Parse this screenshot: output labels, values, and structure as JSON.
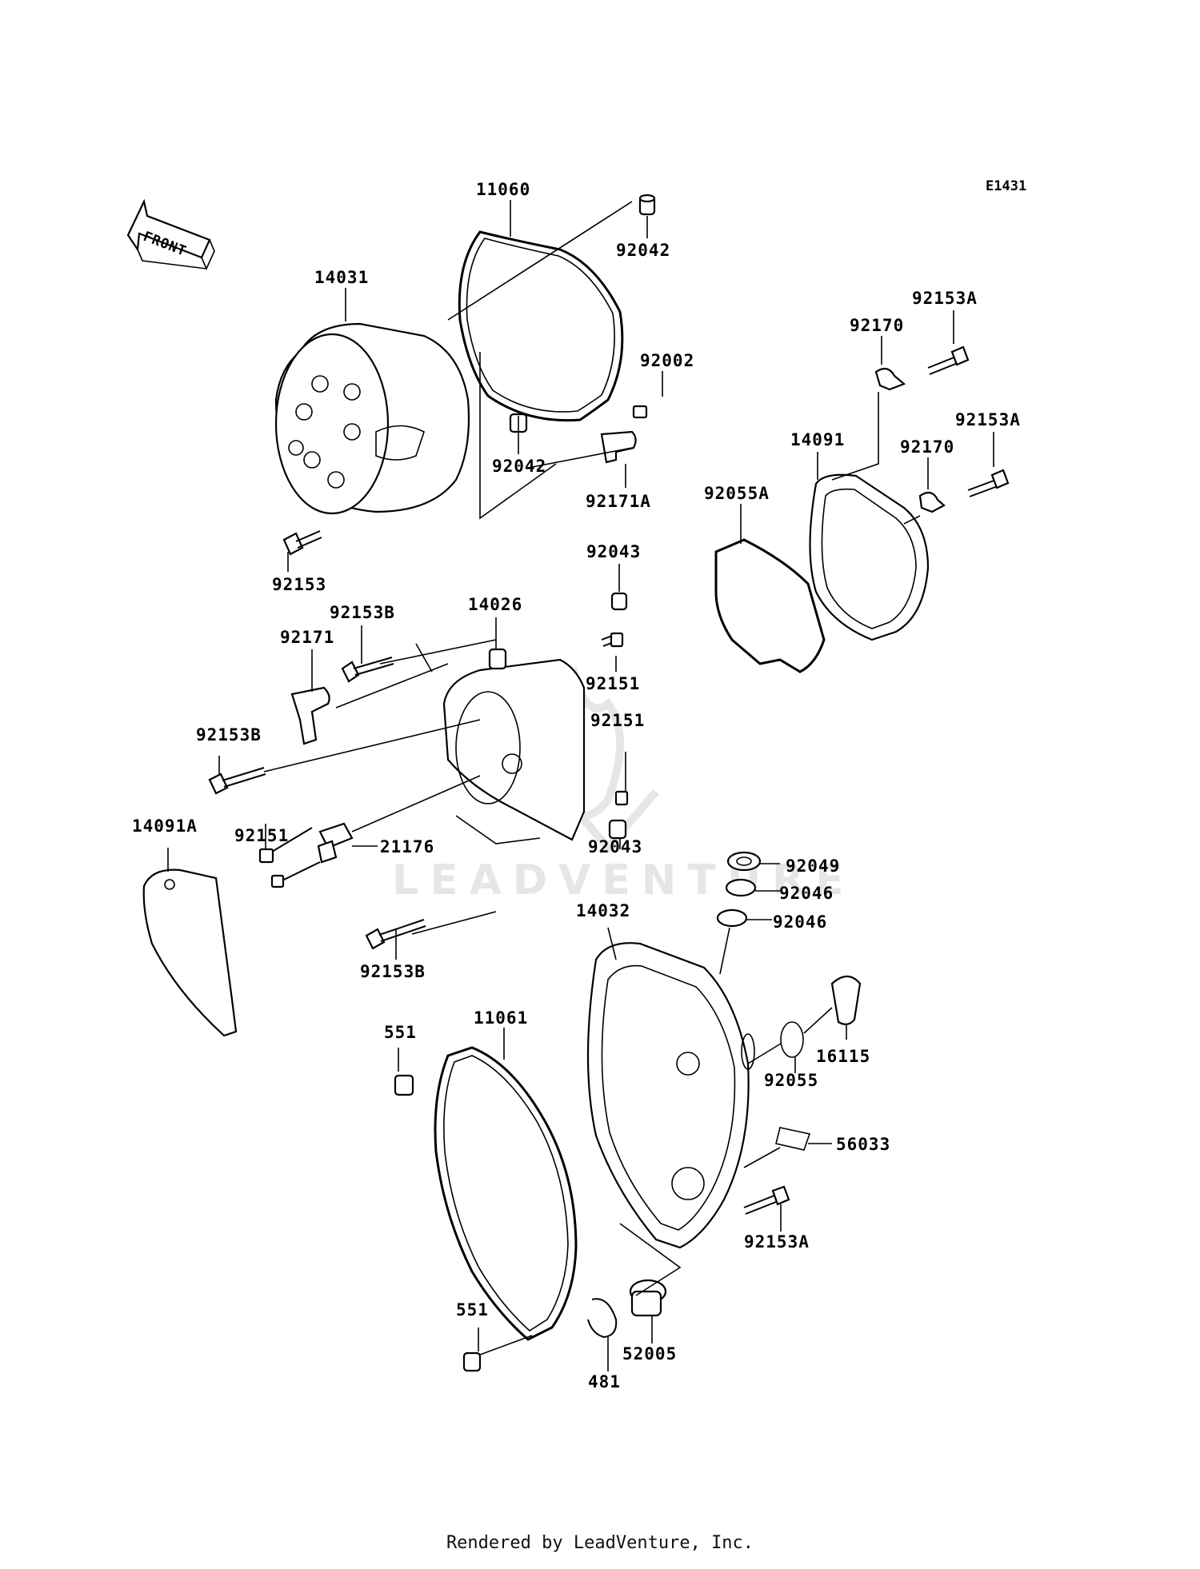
{
  "diagram": {
    "code": "E1431",
    "front_label": "FRONT",
    "watermark": "LEADVENTURE",
    "parts": {
      "p11060": "11060",
      "p92042_top": "92042",
      "p14031": "14031",
      "p92002": "92002",
      "p92042_mid": "92042",
      "p92171A": "92171A",
      "p92153": "92153",
      "p92153A_top": "92153A",
      "p92170_top": "92170",
      "p14091": "14091",
      "p92153A_mid": "92153A",
      "p92170_mid": "92170",
      "p92055A": "92055A",
      "p92043_top": "92043",
      "p14026": "14026",
      "p92153B_top": "92153B",
      "p92171": "92171",
      "p92151_a": "92151",
      "p92151_b": "92151",
      "p92153B_mid": "92153B",
      "p92151_c": "92151",
      "p14091A": "14091A",
      "p21176": "21176",
      "p92043_bot": "92043",
      "p92049": "92049",
      "p92046_a": "92046",
      "p92046_b": "92046",
      "p14032": "14032",
      "p92153B_bot": "92153B",
      "p551_top": "551",
      "p11061": "11061",
      "p16115": "16115",
      "p92055": "92055",
      "p56033": "56033",
      "p92153A_bot": "92153A",
      "p551_bot": "551",
      "p52005": "52005",
      "p481": "481"
    }
  },
  "footer": "Rendered by LeadVenture, Inc."
}
